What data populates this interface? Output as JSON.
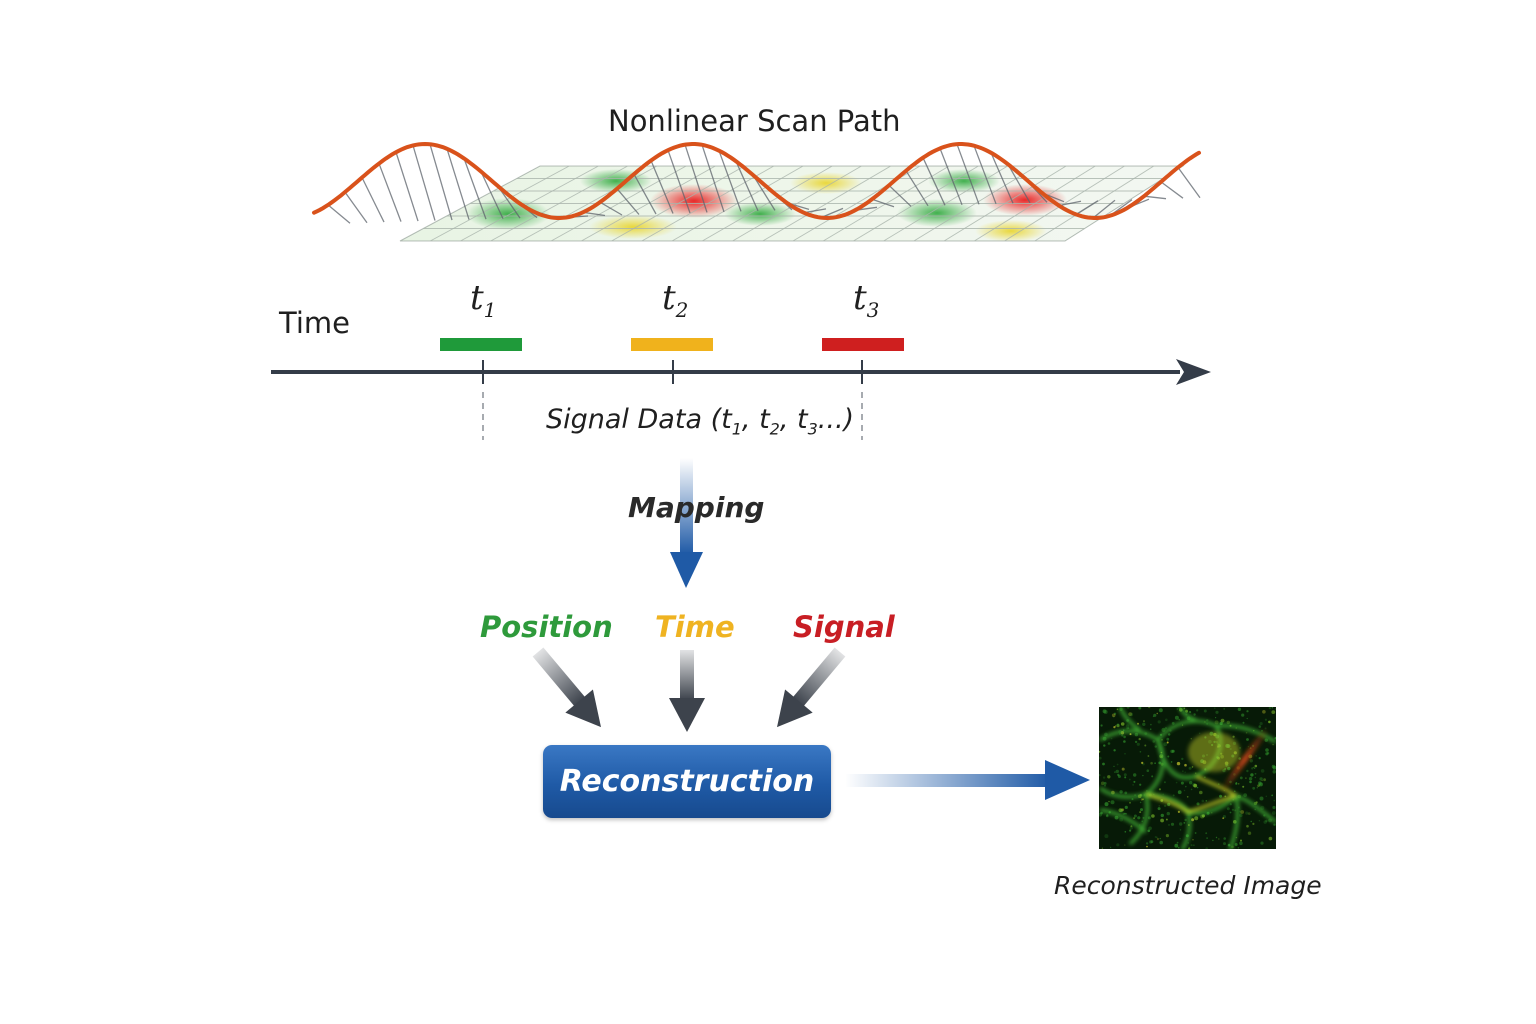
{
  "title": "Nonlinear Scan Path",
  "time_label": "Time",
  "ticks": [
    {
      "var": "t",
      "sub": "1",
      "color": "#1f9a3a"
    },
    {
      "var": "t",
      "sub": "2",
      "color": "#f0b21c"
    },
    {
      "var": "t",
      "sub": "3",
      "color": "#cf1f1f"
    }
  ],
  "signal_data": {
    "prefix": "Signal Data (",
    "v1": "t",
    "s1": "1",
    "sep1": ", ",
    "v2": "t",
    "s2": "2",
    "sep2": ", ",
    "v3": "t",
    "s3": "3",
    "suffix": "...)"
  },
  "mapping_label": "Mapping",
  "keywords": [
    {
      "text": "Position",
      "color": "#2e9a3b"
    },
    {
      "text": "Time",
      "color": "#efb321"
    },
    {
      "text": "Signal",
      "color": "#c81e24"
    }
  ],
  "reconstruction_label": "Reconstruction",
  "reconstructed_caption": "Reconstructed Image",
  "colors": {
    "scan_path": "#d9521b",
    "axis": "#343c48",
    "arrow_blue": "#1f5aa6",
    "arrow_gray": "#3d434c"
  }
}
